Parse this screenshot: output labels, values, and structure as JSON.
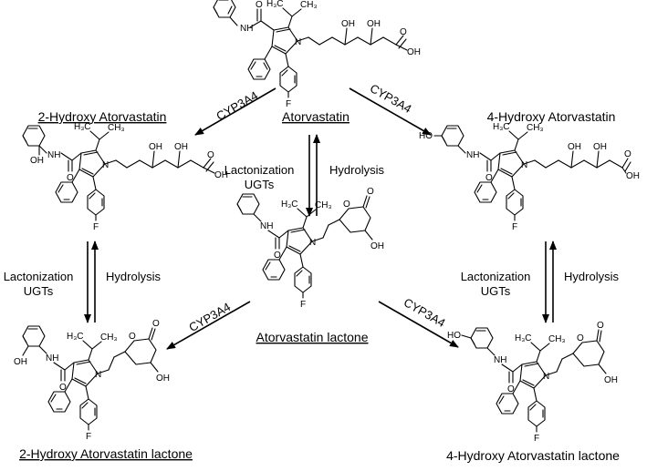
{
  "compounds": {
    "atorvastatin": "Atorvastatin",
    "hydroxy2": "2-Hydroxy Atorvastatin",
    "hydroxy4": "4-Hydroxy Atorvastatin",
    "lactone": "Atorvastatin lactone",
    "hydroxy2_lactone": "2-Hydroxy Atorvastatin lactone",
    "hydroxy4_lactone": "4-Hydroxy Atorvastatin lactone"
  },
  "reactions": {
    "cyp3a4": "CYP3A4",
    "lactonization": "Lactonization",
    "ugts": "UGTs",
    "hydrolysis": "Hydrolysis"
  },
  "atoms": {
    "nh": "NH",
    "n": "N",
    "o": "O",
    "oh": "OH",
    "ho": "HO",
    "f": "F",
    "h3c": "H₃C",
    "ch3": "CH₃"
  }
}
